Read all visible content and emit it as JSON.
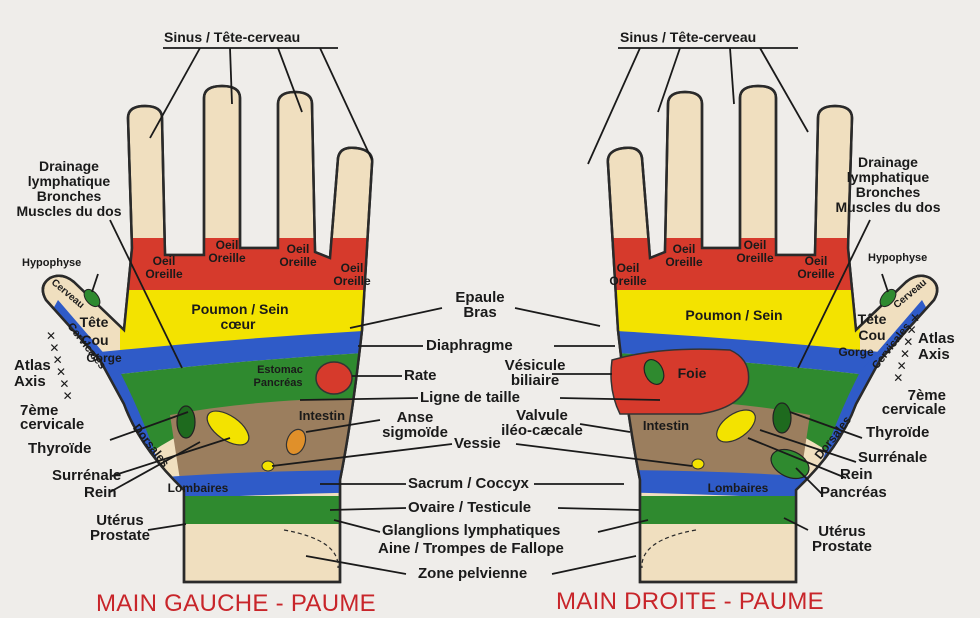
{
  "colors": {
    "skin": "#f0dfbf",
    "red": "#d63a2c",
    "yellow": "#f3e300",
    "blue": "#2f5bc8",
    "green": "#2f8a2f",
    "brown": "#9b7e5e",
    "orange": "#e0902a",
    "title": "#c8252a",
    "text": "#1a1a1a"
  },
  "titles": {
    "left": "MAIN GAUCHE - PAUME",
    "right": "MAIN DROITE - PAUME"
  },
  "center": {
    "epaule": "Epaule",
    "bras": "Bras",
    "diaphragme": "Diaphragme",
    "rate": "Rate",
    "vesicule1": "Vésicule",
    "vesicule2": "biliaire",
    "ligne_taille": "Ligne de taille",
    "anse1": "Anse",
    "anse2": "sigmoïde",
    "valvule1": "Valvule",
    "valvule2": "iléo-cæcale",
    "vessie": "Vessie",
    "sacrum": "Sacrum / Coccyx",
    "ovaire": "Ovaire / Testicule",
    "glanglions": "Glanglions lymphatiques",
    "aine": "Aine / Trompes de Fallope",
    "pelvienne": "Zone pelvienne"
  },
  "left_hand": {
    "sinus": "Sinus / Tête-cerveau",
    "drainage1": "Drainage",
    "drainage2": "lymphatique",
    "drainage3": "Bronches",
    "drainage4": "Muscles du dos",
    "hypophyse": "Hypophyse",
    "tete": "Tête",
    "cou": "Cou",
    "gorge": "Gorge",
    "cerveau": "Cerveau",
    "atlas": "Atlas",
    "axis": "Axis",
    "cervicale1": "7ème",
    "cervicale2": "cervicale",
    "thyroide": "Thyroïde",
    "surrenale": "Surrénale",
    "rein": "Rein",
    "uterus": "Utérus",
    "prostate": "Prostate",
    "oeil": "Oeil",
    "oreille": "Oreille",
    "poumon": "Poumon / Sein",
    "coeur": "cœur",
    "estomac": "Estomac",
    "pancreas": "Pancréas",
    "intestin": "Intestin",
    "cervicales": "Cervicales",
    "dorsales": "Dorsales",
    "lombaires": "Lombaires"
  },
  "right_hand": {
    "sinus": "Sinus / Tête-cerveau",
    "drainage1": "Drainage",
    "drainage2": "lymphatique",
    "drainage3": "Bronches",
    "drainage4": "Muscles du dos",
    "hypophyse": "Hypophyse",
    "tete": "Tête",
    "cou": "Cou",
    "gorge": "Gorge",
    "cerveau": "Cerveau",
    "atlas": "Atlas",
    "axis": "Axis",
    "cervicale1": "7ème",
    "cervicale2": "cervicale",
    "thyroide": "Thyroïde",
    "surrenale": "Surrénale",
    "rein": "Rein",
    "pancreas_lbl": "Pancréas",
    "uterus": "Utérus",
    "prostate": "Prostate",
    "oeil": "Oeil",
    "oreille": "Oreille",
    "poumon": "Poumon / Sein",
    "foie": "Foie",
    "intestin": "Intestin",
    "cervicales": "Cervicales",
    "dorsales": "Dorsales",
    "lombaires": "Lombaires"
  }
}
